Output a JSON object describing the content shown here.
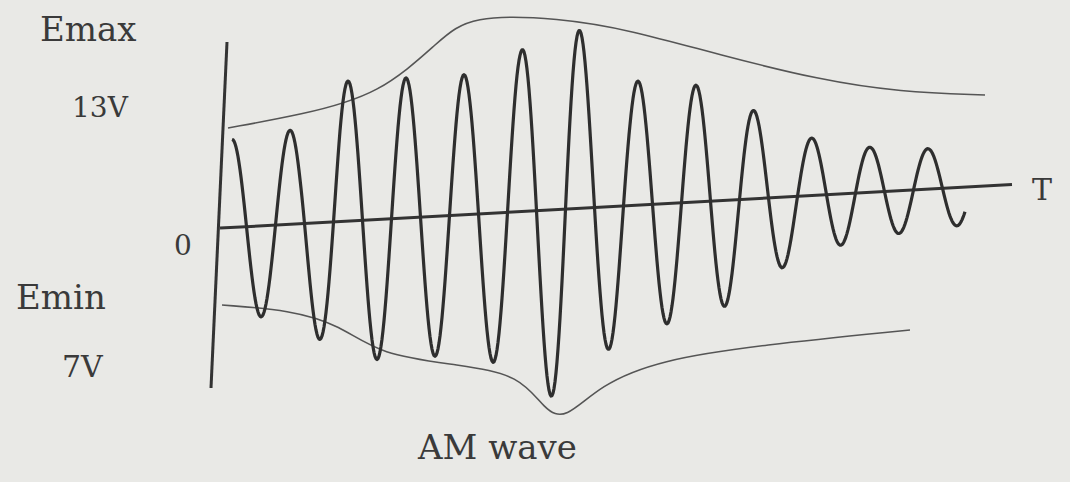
{
  "diagram": {
    "labels": [
      "Emax",
      "13V",
      "0",
      "Emin",
      "7V",
      "T",
      "AM wave"
    ]
  }
}
